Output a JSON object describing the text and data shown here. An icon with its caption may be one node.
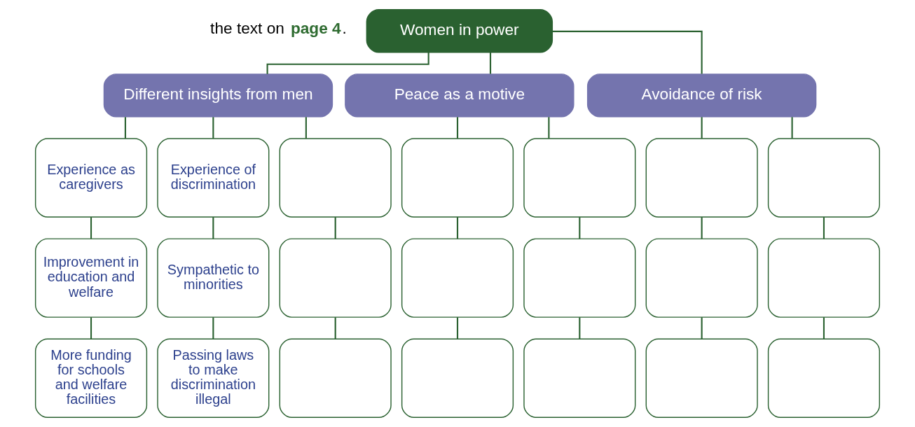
{
  "diagram": {
    "nodes": [
      {
        "text": [
          "Women in power"
        ]
      },
      {
        "text": [
          "Different insights from men"
        ]
      },
      {
        "text": [
          "Peace as a motive"
        ]
      },
      {
        "text": [
          "Avoidance of risk"
        ]
      },
      {
        "text": [
          "Experience as caregivers"
        ]
      },
      {
        "text": [
          "Experience of discrimination"
        ]
      },
      {
        "text": [],
        "shape": "box"
      },
      {
        "text": [],
        "shape": "box"
      },
      {
        "text": [],
        "shape": "box"
      },
      {
        "text": [],
        "shape": "box"
      },
      {
        "text": [],
        "shape": "box"
      },
      {
        "text": [
          "Improvement in education and welfare"
        ]
      },
      {
        "text": [
          "Sympathetic to minorities"
        ]
      },
      {
        "text": [],
        "shape": "box"
      },
      {
        "text": [],
        "shape": "box"
      },
      {
        "text": [],
        "shape": "box"
      },
      {
        "text": [],
        "shape": "box"
      },
      {
        "text": [],
        "shape": "box"
      },
      {
        "text": [
          "More funding for schools and welfare facilities"
        ]
      },
      {
        "text": [
          "Passing laws to make discrimination illegal"
        ]
      },
      {
        "text": [],
        "shape": "box"
      },
      {
        "text": [],
        "shape": "box"
      },
      {
        "text": [],
        "shape": "box"
      },
      {
        "text": [],
        "shape": "box"
      },
      {
        "text": [],
        "shape": "box"
      }
    ],
    "edges": [
      {
        "from": 0,
        "to": 1,
        "arrow": "none"
      },
      {
        "from": 0,
        "to": 2,
        "arrow": "none"
      },
      {
        "from": 0,
        "to": 3,
        "arrow": "none"
      },
      {
        "from": 1,
        "to": 4,
        "arrow": "none"
      },
      {
        "from": 4,
        "to": 11,
        "arrow": "none"
      },
      {
        "from": 11,
        "to": 18,
        "arrow": "none"
      },
      {
        "from": 1,
        "to": 5,
        "arrow": "none"
      },
      {
        "from": 5,
        "to": 12,
        "arrow": "none"
      },
      {
        "from": 12,
        "to": 19,
        "arrow": "none"
      },
      {
        "from": 1,
        "to": 6,
        "arrow": "none"
      },
      {
        "from": 6,
        "to": 13,
        "arrow": "none"
      },
      {
        "from": 13,
        "to": 20,
        "arrow": "none"
      },
      {
        "from": 2,
        "to": 7,
        "arrow": "none"
      },
      {
        "from": 7,
        "to": 14,
        "arrow": "none"
      },
      {
        "from": 14,
        "to": 21,
        "arrow": "none"
      },
      {
        "from": 2,
        "to": 8,
        "arrow": "none"
      },
      {
        "from": 8,
        "to": 15,
        "arrow": "none"
      },
      {
        "from": 15,
        "to": 22,
        "arrow": "none"
      },
      {
        "from": 3,
        "to": 9,
        "arrow": "none"
      },
      {
        "from": 9,
        "to": 16,
        "arrow": "none"
      },
      {
        "from": 16,
        "to": 23,
        "arrow": "none"
      },
      {
        "from": 3,
        "to": 10,
        "arrow": "none"
      },
      {
        "from": 10,
        "to": 17,
        "arrow": "none"
      },
      {
        "from": 17,
        "to": 24,
        "arrow": "none"
      }
    ],
    "labels": [
      "the text on **page 4**."
    ]
  }
}
